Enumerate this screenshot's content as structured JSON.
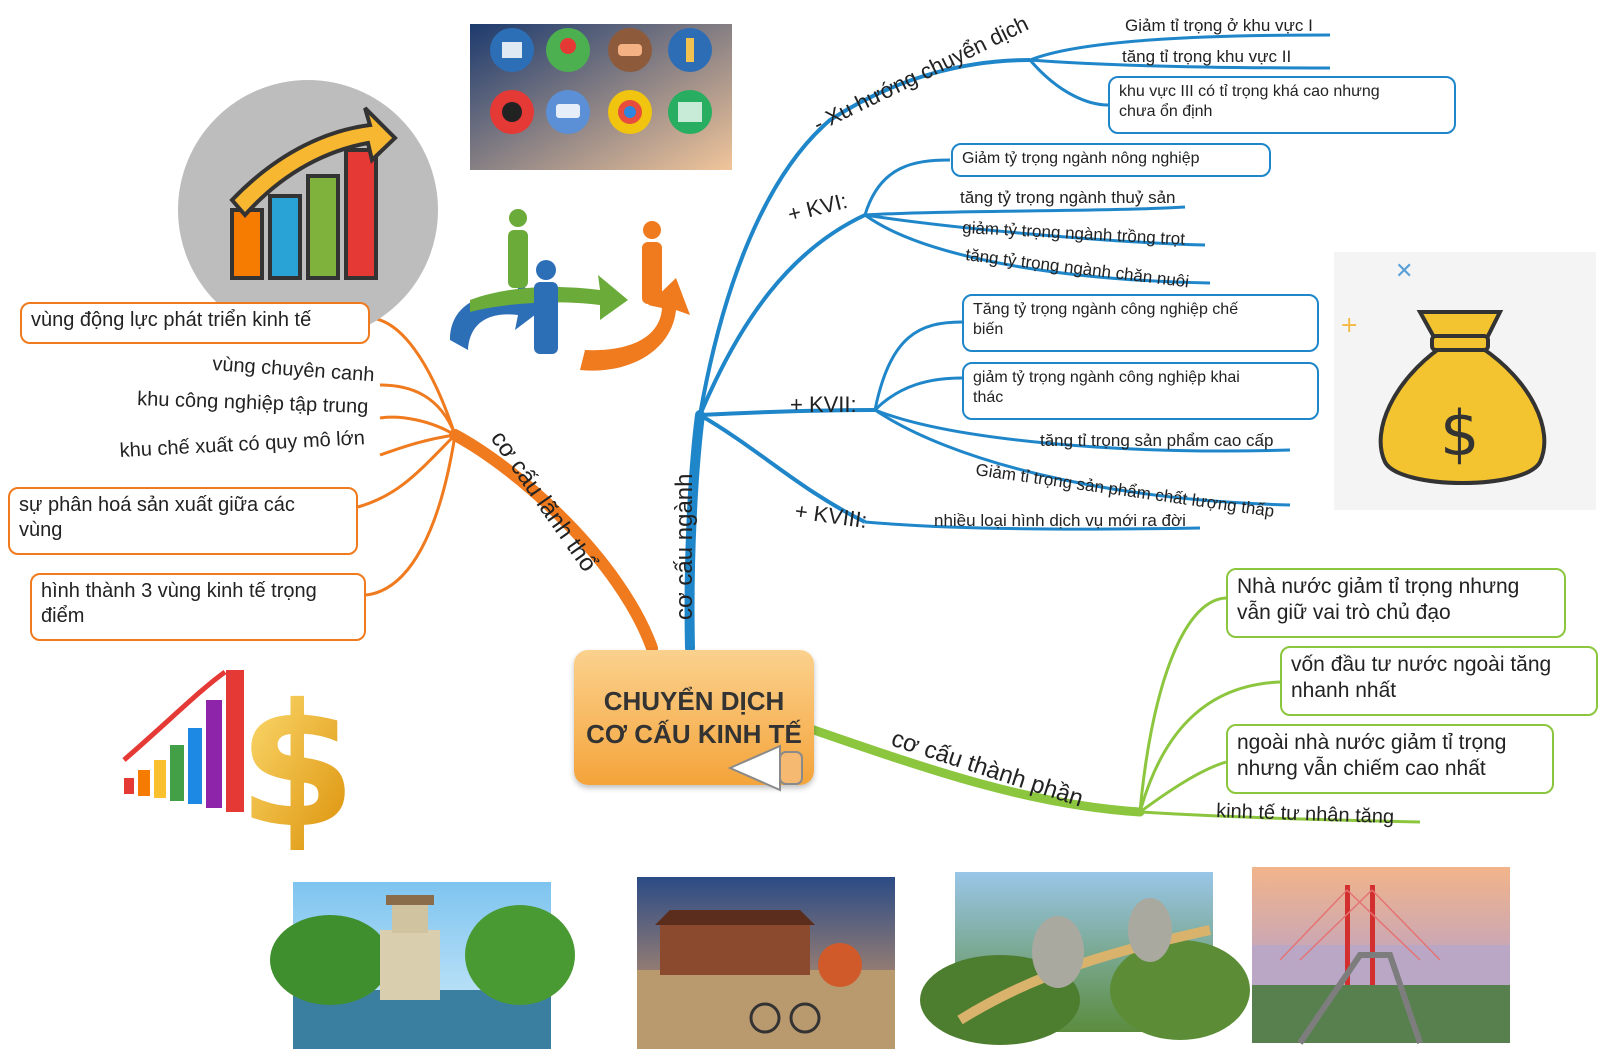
{
  "central": {
    "line1": "CHUYỂN DỊCH",
    "line2": "CƠ CẤU KINH TẾ"
  },
  "branches": {
    "nganh": {
      "label": "cơ cấu ngành",
      "xu_huong": {
        "label": "- Xu hướng chuyển dịch",
        "items": [
          "Giảm tỉ trọng ở khu vực I",
          "tăng tỉ trọng khu vực II"
        ],
        "box": {
          "line1": "khu vực III có tỉ trọng khá cao nhưng",
          "line2": "chưa ổn định"
        }
      },
      "kvi": {
        "label": "+ KVI:",
        "box": "Giảm tỷ trọng ngành nông nghiệp",
        "items": [
          "tăng tỷ trọng ngành thuỷ sản",
          "giảm tỷ trọng ngành trồng trọt",
          "tăng tỷ trọng ngành chăn nuôi"
        ]
      },
      "kvii": {
        "label": "+ KVII:",
        "box1": {
          "line1": "Tăng tỷ trọng ngành công nghiệp chế",
          "line2": "biến"
        },
        "box2": {
          "line1": "giảm tỷ trọng ngành công nghiệp khai",
          "line2": "thác"
        },
        "items": [
          "tăng tỉ trọng sản phẩm cao cấp",
          "Giảm tỉ trọng sản phẩm chất lượng thấp"
        ]
      },
      "kviii": {
        "label": "+ KVIII:",
        "items": [
          "nhiều loại hình dịch vụ mới ra đời"
        ]
      }
    },
    "lanh_tho": {
      "label": "cơ cấu lãnh thổ",
      "box1": "vùng động lực phát triển kinh tế",
      "items": [
        "vùng chuyên canh",
        "khu công nghiệp tập trung",
        "khu chế xuất có quy mô lớn"
      ],
      "box2": {
        "line1": "sự phân hoá sản xuất giữa các",
        "line2": "vùng"
      },
      "box3": {
        "line1": "hình thành 3 vùng kinh tế trọng",
        "line2": "điểm"
      }
    },
    "thanh_phan": {
      "label": "cơ cấu thành phần",
      "box1": {
        "line1": "Nhà nước giảm tỉ trọng nhưng",
        "line2": "vẫn giữ vai trò chủ đạo"
      },
      "box2": {
        "line1": "vốn đầu tư nước ngoài tăng",
        "line2": "nhanh nhất"
      },
      "box3": {
        "line1": "ngoài nhà nước giảm tỉ trọng",
        "line2": "nhưng vẫn chiếm cao nhất"
      },
      "item": "kinh tế tư nhân tăng"
    }
  },
  "colors": {
    "blue": "#1f86c9",
    "orange": "#f07a1e",
    "green": "#8cc63f"
  },
  "illustrations": [
    "app-icons",
    "growth-chart-icon",
    "people-cycle-icon",
    "money-bag-icon",
    "dollar-chart-icon",
    "lake-tower-photo",
    "citadel-photo",
    "golden-bridge-photo",
    "cable-bridge-photo"
  ]
}
